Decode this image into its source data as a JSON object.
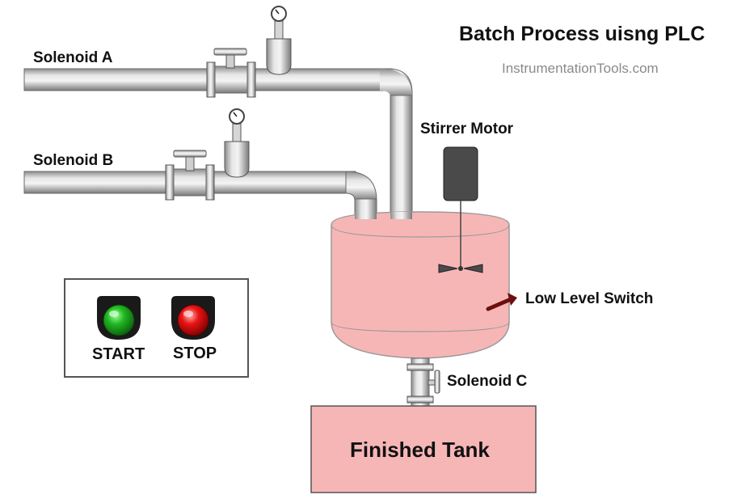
{
  "title": "Batch Process uisng PLC",
  "subtitle": "InstrumentationTools.com",
  "labels": {
    "solenoid_a": "Solenoid A",
    "solenoid_b": "Solenoid B",
    "solenoid_c": "Solenoid C",
    "stirrer_motor": "Stirrer Motor",
    "low_level_switch": "Low Level Switch",
    "finished_tank": "Finished Tank"
  },
  "buttons": {
    "start": "START",
    "stop": "STOP"
  },
  "colors": {
    "tank_fill": "#f7b6b6",
    "start_lamp": "#1fa81f",
    "stop_lamp": "#e01010",
    "pipe": "#b8b8b8",
    "motor": "#4a4a4a",
    "switch": "#6b0f0f"
  }
}
